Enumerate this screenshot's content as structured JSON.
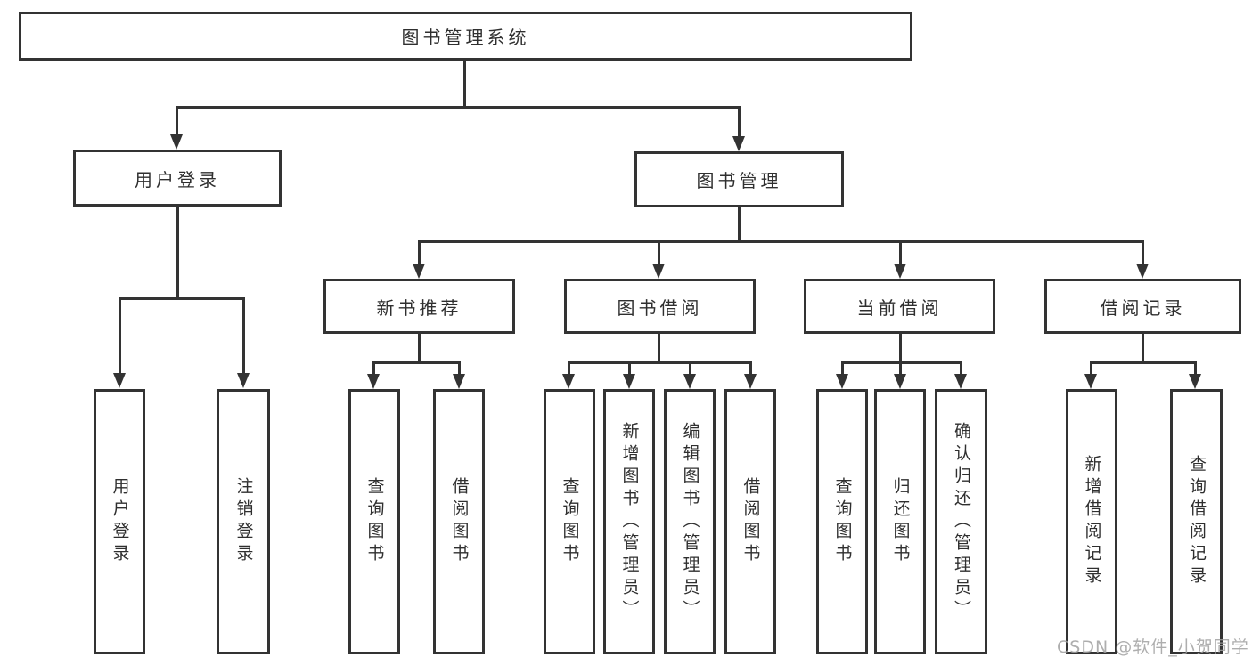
{
  "diagram": {
    "root": {
      "label": "图书管理系统"
    },
    "user_login": {
      "label": "用户登录",
      "children": [
        "用户登录",
        "注销登录"
      ]
    },
    "book_management": {
      "label": "图书管理"
    },
    "new_book": {
      "label": "新书推荐",
      "children": [
        "查询图书",
        "借阅图书"
      ]
    },
    "borrowing": {
      "label": "图书借阅",
      "children": [
        "查询图书",
        "新增图书（管理员）",
        "编辑图书（管理员）",
        "借阅图书"
      ]
    },
    "current": {
      "label": "当前借阅",
      "children": [
        "查询图书",
        "归还图书",
        "确认归还（管理员）"
      ]
    },
    "records": {
      "label": "借阅记录",
      "children": [
        "新增借阅记录",
        "查询借阅记录"
      ]
    }
  },
  "watermark": "CSDN @软件_小贺同学",
  "colors": {
    "line": "#333333",
    "background": "#ffffff",
    "watermark": "#a0a0a0"
  }
}
